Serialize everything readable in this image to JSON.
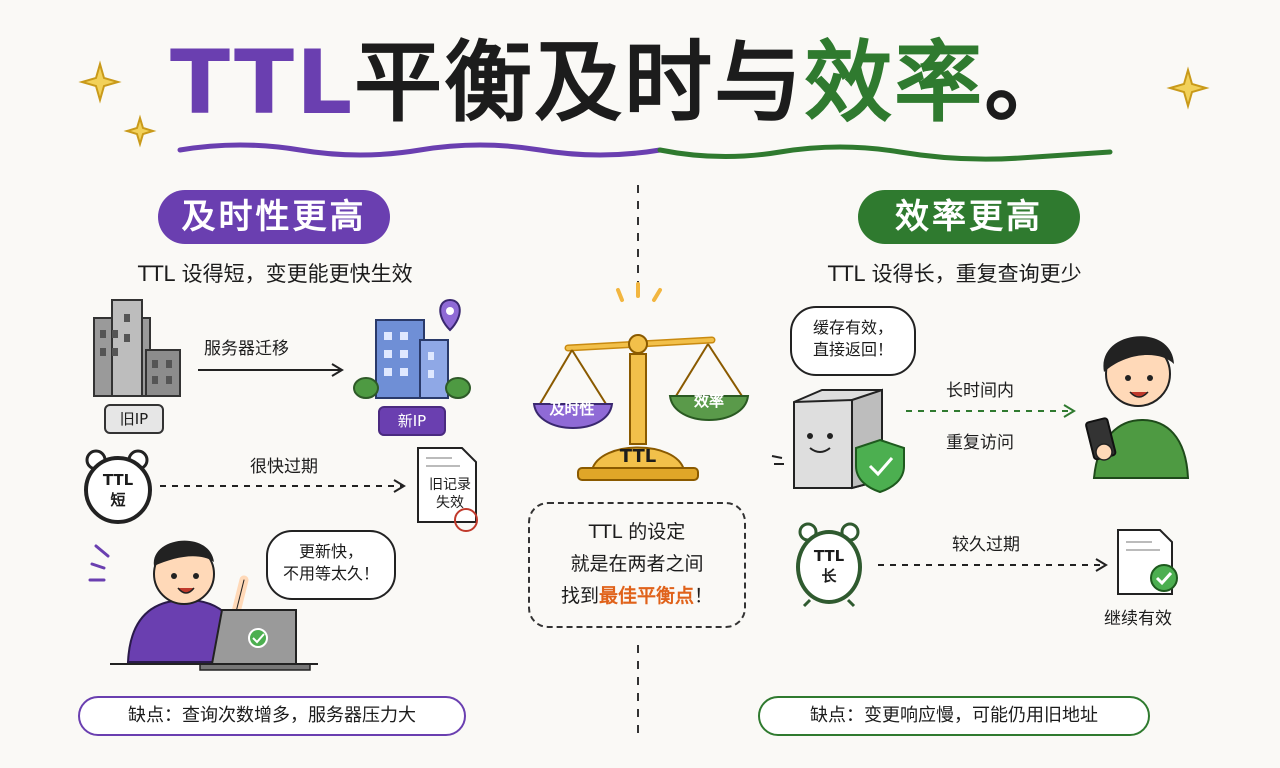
{
  "title": {
    "part1": "TTL",
    "part2": "平衡及时与",
    "part3": "效率",
    "part4": "。"
  },
  "left": {
    "heading": "及时性更高",
    "subtitle": "TTL 设得短，变更能更快生效",
    "migration_label": "服务器迁移",
    "old_ip": "旧IP",
    "new_ip": "新IP",
    "clock_line1": "TTL",
    "clock_line2": "短",
    "expire_label": "很快过期",
    "doc_line1": "旧记录",
    "doc_line2": "失效",
    "bubble_line1": "更新快，",
    "bubble_line2": "不用等太久！",
    "drawback": "缺点：查询次数增多，服务器压力大"
  },
  "center": {
    "pan_left": "及时性",
    "pan_right": "效率",
    "base_label": "TTL",
    "box_line1": "TTL 的设定",
    "box_line2": "就是在两者之间",
    "box_line3_pre": "找到",
    "box_line3_hl": "最佳平衡点",
    "box_line3_post": "！"
  },
  "right": {
    "heading": "效率更高",
    "subtitle": "TTL 设得长，重复查询更少",
    "bubble_line1": "缓存有效，",
    "bubble_line2": "直接返回！",
    "arrow_label1": "长时间内",
    "arrow_label2": "重复访问",
    "clock_line1": "TTL",
    "clock_line2": "长",
    "expire_label": "较久过期",
    "doc_label": "继续有效",
    "drawback": "缺点：变更响应慢，可能仍用旧地址"
  },
  "colors": {
    "purple": "#6a3fb0",
    "green": "#2f7a2f",
    "gold": "#f2b640",
    "highlight": "#e0621a"
  }
}
